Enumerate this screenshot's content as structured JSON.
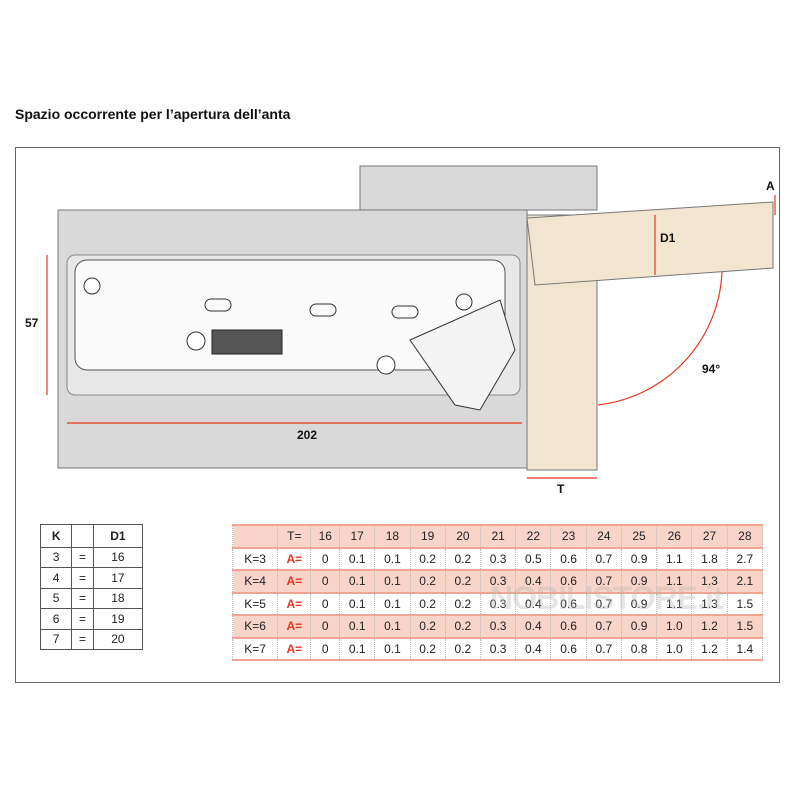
{
  "title": "Spazio occorrente per l’apertura dell’anta",
  "dimensions": {
    "height": "57",
    "width": "202",
    "thickness": "T",
    "d1": "D1",
    "a": "A",
    "angle": "94°"
  },
  "k_table": {
    "headers": [
      "K",
      "",
      "D1"
    ],
    "rows": [
      [
        "3",
        "=",
        "16"
      ],
      [
        "4",
        "=",
        "17"
      ],
      [
        "5",
        "=",
        "18"
      ],
      [
        "6",
        "=",
        "19"
      ],
      [
        "7",
        "=",
        "20"
      ]
    ]
  },
  "a_table": {
    "header": [
      "",
      "T=",
      "16",
      "17",
      "18",
      "19",
      "20",
      "21",
      "22",
      "23",
      "24",
      "25",
      "26",
      "27",
      "28"
    ],
    "rows": [
      [
        "K=3",
        "A=",
        "0",
        "0.1",
        "0.1",
        "0.2",
        "0.2",
        "0.3",
        "0.5",
        "0.6",
        "0.7",
        "0.9",
        "1.1",
        "1.8",
        "2.7"
      ],
      [
        "K=4",
        "A=",
        "0",
        "0.1",
        "0.1",
        "0.2",
        "0.2",
        "0.3",
        "0.4",
        "0.6",
        "0.7",
        "0.9",
        "1.1",
        "1.3",
        "2.1"
      ],
      [
        "K=5",
        "A=",
        "0",
        "0.1",
        "0.1",
        "0.2",
        "0.2",
        "0.3",
        "0.4",
        "0.6",
        "0.7",
        "0.9",
        "1.1",
        "1.3",
        "1.5"
      ],
      [
        "K=6",
        "A=",
        "0",
        "0.1",
        "0.1",
        "0.2",
        "0.2",
        "0.3",
        "0.4",
        "0.6",
        "0.7",
        "0.9",
        "1.0",
        "1.2",
        "1.5"
      ],
      [
        "K=7",
        "A=",
        "0",
        "0.1",
        "0.1",
        "0.2",
        "0.2",
        "0.3",
        "0.4",
        "0.6",
        "0.7",
        "0.8",
        "1.0",
        "1.2",
        "1.4"
      ]
    ]
  },
  "watermark": "NOBILISTORE.it",
  "colors": {
    "dimension": "#e8361e",
    "door": "#f3e6d0",
    "cabinet": "#d9d9d9",
    "row_pink": "#f9d4c8"
  }
}
